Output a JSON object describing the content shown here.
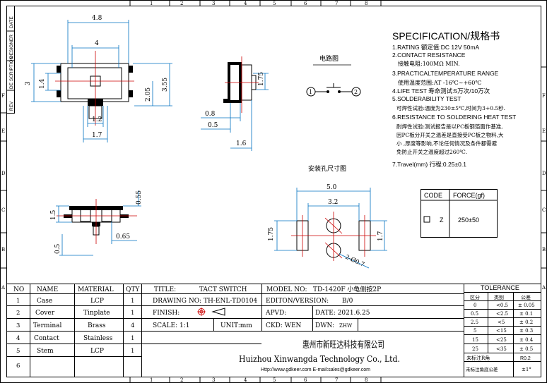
{
  "frame": {
    "col_numbers": [
      "1",
      "2",
      "3",
      "4",
      "5",
      "6",
      "7",
      "8"
    ],
    "row_letters": [
      "F",
      "E",
      "D",
      "C",
      "B",
      "A"
    ],
    "side_labels": [
      "DATE",
      "DESIGNER",
      "DE SCRIPTION",
      "REV"
    ]
  },
  "front_view": {
    "dim_width": "4.8",
    "dim_inner": "4",
    "dim_left_h": "3",
    "dim_left_inner": "1.4",
    "dim_h2": "2.05",
    "dim_h3": "3.55",
    "dim_stem": "1.2",
    "dim_bottom": "1.7"
  },
  "side_view": {
    "dim_075": "1.75",
    "dim_08": "0.8",
    "dim_05": "0.5",
    "dim_16": "1.6"
  },
  "bottom_view": {
    "dim_15": "1.5",
    "dim_055": "0.55",
    "dim_065": "0.65",
    "dim_05": "0.5"
  },
  "circuit": {
    "title": "电路图",
    "node1": "1",
    "node2": "2"
  },
  "pcb": {
    "title": "安装孔尺寸图",
    "dim_50": "5.0",
    "dim_32": "3.2",
    "dim_175": "1.75",
    "dim_17": "1.7",
    "dim_hole": "2-Ø0.7"
  },
  "spec": {
    "title": "SPECIFICATION/规格书",
    "lines": [
      "1.RATING  额定值:DC 12V 50mA",
      "2.CONTACT RESISTANCE",
      "接触电阻:100MΩ  MIN.",
      "3.PRACTICALTEMPERATURE RANGE",
      "使用温度范围:AT -16℃~+60℃",
      "4.LIFE TEST  寿命测试:5万次/10万次",
      "5.SOLDERABILITY TEST",
      "可焊性试验:温度为230±5℃,时间为3+0.5秒.",
      "6.RESISTANCE TO SOLDERING HEAT TEST",
      "耐焊性试验:测试报告是以PC板钢箔面作基准,",
      "因PC板分开关之温差是直接受PC板之物料,大",
      "小 ,厚度等影响,不论任何情况及条件都需避",
      "免防止开关之温度超过260℃.",
      "7.Travel(mm) 行程:0.25±0.1"
    ]
  },
  "code_table": {
    "h_code": "CODE",
    "h_force": "FORCE(gf)",
    "code": "Z",
    "force": "250±50"
  },
  "parts": {
    "headers": [
      "NO",
      "NAME",
      "MATERIAL",
      "QTY"
    ],
    "rows": [
      [
        "1",
        "Case",
        "LCP",
        "1"
      ],
      [
        "2",
        "Cover",
        "Tinplate",
        "1"
      ],
      [
        "3",
        "Terminal",
        "Brass",
        "4"
      ],
      [
        "4",
        "Contact",
        "Stainless",
        "1"
      ],
      [
        "5",
        "Stem",
        "LCP",
        "1"
      ],
      [
        "6",
        "",
        "",
        ""
      ]
    ]
  },
  "title_block": {
    "title_label": "TITLE:",
    "title_value": "TACT SWITCH",
    "drawing_no": "DRAWING NO: TH-ENL-TD0104",
    "finish": "FINISH:",
    "scale": "SCALE: 1:1",
    "unit": "UNIT:mm",
    "model_label": "MODEL NO:",
    "model_value": "TD-1420F 小龟侧按2P",
    "edition_label": "EDITON/VERSION:",
    "edition_value": "B/0",
    "apvd": "APVD:",
    "date": "DATE: 2021.6.25",
    "ckd": "CKD:  WEN",
    "dwn": "DWN:",
    "dwn_value": "ZHW",
    "company_cn": "惠州市新旺达科技有限公司",
    "company_en": "Huizhou Xinwangda Technology Co., Ltd.",
    "contact": "Http://www.gdkeer.com     E-mail:sales@gdkeer.com"
  },
  "tolerance": {
    "title": "TOLERANCE",
    "headers": [
      "区分",
      "类别",
      "公差"
    ],
    "rows": [
      [
        "0",
        "<0.5",
        "± 0.05"
      ],
      [
        "0.5",
        "<2.5",
        "± 0.1"
      ],
      [
        "2.5",
        "<5",
        "± 0.2"
      ],
      [
        "5",
        "<15",
        "± 0.3"
      ],
      [
        "15",
        "<25",
        "± 0.4"
      ],
      [
        "25",
        "<35",
        "± 0.5"
      ]
    ],
    "r_label": "未标注R角",
    "r_value": "R0.2",
    "angle_label": "未标注角底公差",
    "angle_value": "±1°"
  }
}
